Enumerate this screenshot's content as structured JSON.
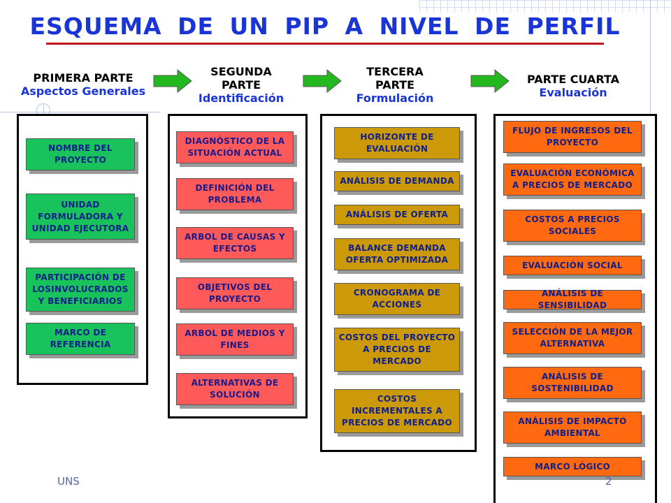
{
  "title": "ESQUEMA  DE UN PIP A NIVEL  DE  PERFIL",
  "footer": {
    "left": "UNS",
    "page": "2"
  },
  "colors": {
    "title": "#1a35d6",
    "green": "#19c35c",
    "red": "#ff5a5a",
    "gold": "#cc9a08",
    "orange": "#ff6a10",
    "arrow": "#22b81e"
  },
  "columns": [
    {
      "heading1": "PRIMERA PARTE",
      "heading2": "Aspectos Generales",
      "items": [
        "NOMBRE DEL PROYECTO",
        "UNIDAD FORMULADORA Y UNIDAD EJECUTORA",
        "PARTICIPACIÓN DE LOSINVOLUCRADOS Y BENEFICIARIOS",
        "MARCO DE REFERENCIA"
      ]
    },
    {
      "heading1": "SEGUNDA",
      "heading1b": "PARTE",
      "heading2": "Identificación",
      "items": [
        "DIAGNÓSTICO DE LA SITUACIÓN ACTUAL",
        "DEFINICIÓN DEL PROBLEMA",
        "ARBOL DE CAUSAS Y EFECTOS",
        "OBJETIVOS DEL PROYECTO",
        "ARBOL DE MEDIOS Y FINES",
        "ALTERNATIVAS DE SOLUCIÓN"
      ]
    },
    {
      "heading1": "TERCERA",
      "heading1b": "PARTE",
      "heading2": "Formulación",
      "items": [
        "HORIZONTE DE EVALUACIÓN",
        "ANÁLISIS DE DEMANDA",
        "ANÁLISIS DE OFERTA",
        "BALANCE DEMANDA OFERTA OPTIMIZADA",
        "CRONOGRAMA DE ACCIONES",
        "COSTOS DEL PROYECTO A PRECIOS DE MERCADO",
        "COSTOS INCREMENTALES A PRECIOS DE MERCADO"
      ]
    },
    {
      "heading1": "PARTE CUARTA",
      "heading2": "Evaluación",
      "items": [
        "FLUJO DE INGRESOS DEL PROYECTO",
        "EVALUACIÓN ECONÓMICA A PRECIOS DE MERCADO",
        "COSTOS A PRECIOS SOCIALES",
        "EVALUACIÓN SOCIAL",
        "ANÁLISIS DE SENSIBILIDAD",
        "SELECCIÓN DE LA MEJOR ALTERNATIVA",
        "ANÁLISIS DE SOSTENIBILIDAD",
        "ANÁLISIS DE IMPACTO AMBIENTAL",
        "MARCO LÓGICO"
      ]
    }
  ]
}
